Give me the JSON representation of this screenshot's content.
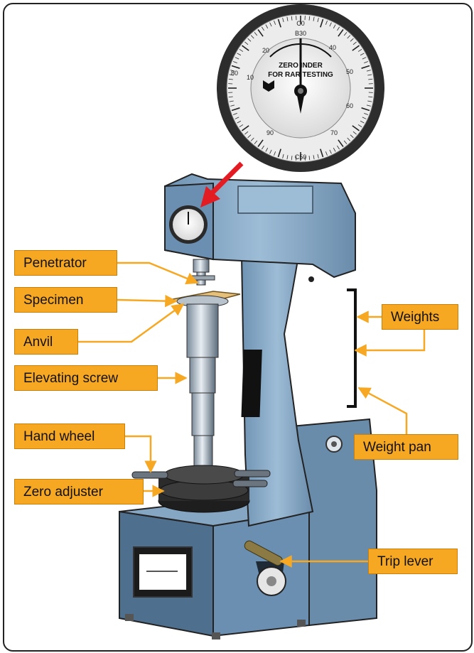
{
  "labels": {
    "penetrator": "Penetrator",
    "specimen": "Specimen",
    "anvil": "Anvil",
    "elevating_screw": "Elevating screw",
    "hand_wheel": "Hand wheel",
    "zero_adjuster": "Zero adjuster",
    "weights": "Weights",
    "weight_pan": "Weight pan",
    "trip_lever": "Trip lever"
  },
  "dial": {
    "line1": "ZERO INDER",
    "line2": "FOR RAR TESTING",
    "top_c": "C0",
    "top_b": "B30",
    "bottom_c": "C50",
    "numbers": [
      "10",
      "20",
      "40",
      "50",
      "60",
      "70",
      "80",
      "90"
    ]
  },
  "colors": {
    "label_fill": "#f7a823",
    "machine_blue": "#8fb0cc",
    "arrow_red": "#e31b23"
  }
}
